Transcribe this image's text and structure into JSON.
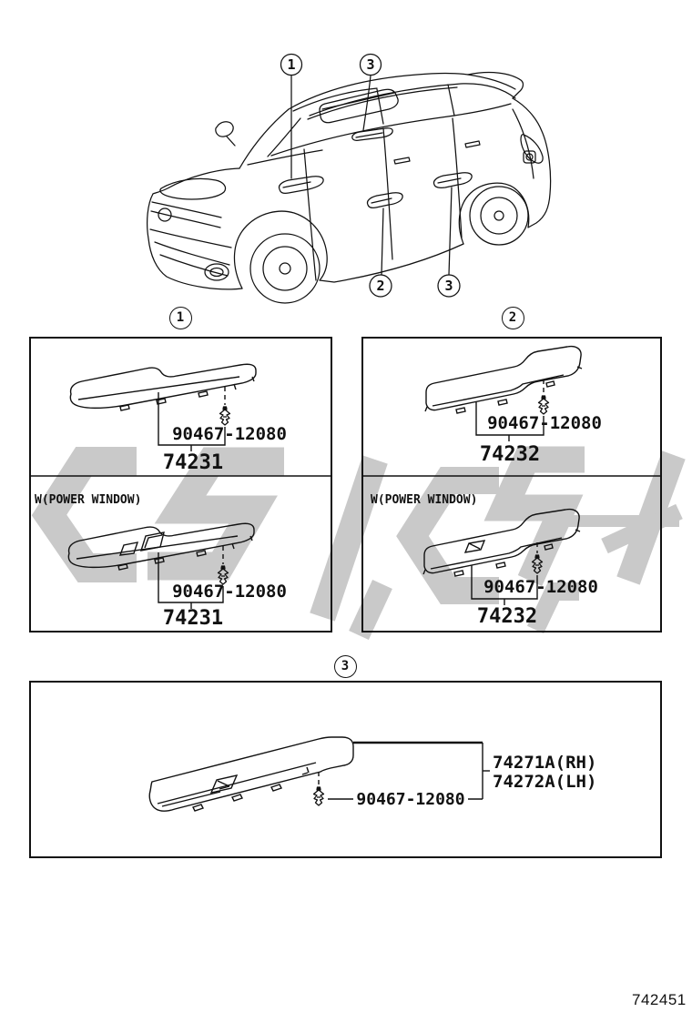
{
  "page": {
    "background": "#ffffff",
    "line_color": "#111111",
    "watermark_color": "#c9c9c9",
    "page_number": "742451"
  },
  "callouts": {
    "one": "1",
    "two": "2",
    "three": "3"
  },
  "sections": {
    "box1": {
      "callout": "1",
      "standard": {
        "fastener": "90467-12080",
        "part": "74231"
      },
      "power_window": {
        "label": "W(POWER WINDOW)",
        "fastener": "90467-12080",
        "part": "74231"
      }
    },
    "box2": {
      "callout": "2",
      "standard": {
        "fastener": "90467-12080",
        "part": "74232"
      },
      "power_window": {
        "label": "W(POWER WINDOW)",
        "fastener": "90467-12080",
        "part": "74232"
      }
    },
    "box3": {
      "callout": "3",
      "fastener": "90467-12080",
      "part_rh": "74271A(RH)",
      "part_lh": "74272A(LH)"
    }
  }
}
